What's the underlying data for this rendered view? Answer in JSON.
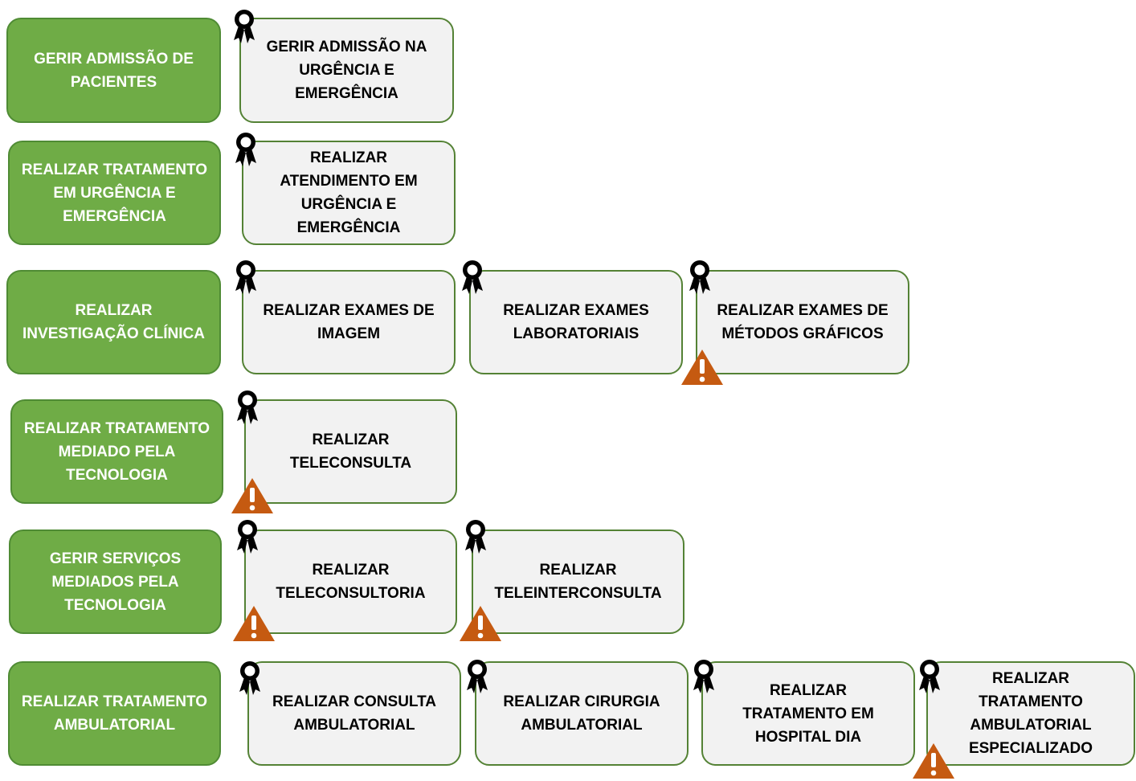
{
  "colors": {
    "process_fill": "#6fac46",
    "process_border": "#4f8b34",
    "sub_fill": "#f2f2f2",
    "sub_border": "#548235",
    "warning": "#c55a11",
    "badge": "#000000"
  },
  "icons": {
    "badge": "award-ribbon-icon",
    "warning": "warning-triangle-icon"
  },
  "rows": [
    {
      "process": "GERIR ADMISSÃO DE PACIENTES",
      "subprocesses": [
        {
          "label": "GERIR ADMISSÃO NA URGÊNCIA E EMERGÊNCIA",
          "badge": true,
          "warning": false
        }
      ]
    },
    {
      "process": "REALIZAR TRATAMENTO EM URGÊNCIA E EMERGÊNCIA",
      "subprocesses": [
        {
          "label": "REALIZAR ATENDIMENTO EM URGÊNCIA E EMERGÊNCIA",
          "badge": true,
          "warning": false
        }
      ]
    },
    {
      "process": "REALIZAR INVESTIGAÇÃO CLÍNICA",
      "subprocesses": [
        {
          "label": "REALIZAR EXAMES DE IMAGEM",
          "badge": true,
          "warning": false
        },
        {
          "label": "REALIZAR EXAMES LABORATORIAIS",
          "badge": true,
          "warning": false
        },
        {
          "label": "REALIZAR EXAMES DE MÉTODOS GRÁFICOS",
          "badge": true,
          "warning": true
        }
      ]
    },
    {
      "process": "REALIZAR TRATAMENTO MEDIADO PELA TECNOLOGIA",
      "subprocesses": [
        {
          "label": "REALIZAR TELECONSULTA",
          "badge": true,
          "warning": true
        }
      ]
    },
    {
      "process": "GERIR SERVIÇOS MEDIADOS PELA TECNOLOGIA",
      "subprocesses": [
        {
          "label": "REALIZAR TELECONSULTORIA",
          "badge": true,
          "warning": true
        },
        {
          "label": "REALIZAR TELEINTERCONSULTA",
          "badge": true,
          "warning": true
        }
      ]
    },
    {
      "process": "REALIZAR TRATAMENTO AMBULATORIAL",
      "subprocesses": [
        {
          "label": "REALIZAR CONSULTA AMBULATORIAL",
          "badge": true,
          "warning": false
        },
        {
          "label": "REALIZAR CIRURGIA AMBULATORIAL",
          "badge": true,
          "warning": false
        },
        {
          "label": "REALIZAR TRATAMENTO EM HOSPITAL DIA",
          "badge": true,
          "warning": false
        },
        {
          "label": "REALIZAR TRATAMENTO AMBULATORIAL ESPECIALIZADO",
          "badge": true,
          "warning": true
        }
      ]
    }
  ]
}
